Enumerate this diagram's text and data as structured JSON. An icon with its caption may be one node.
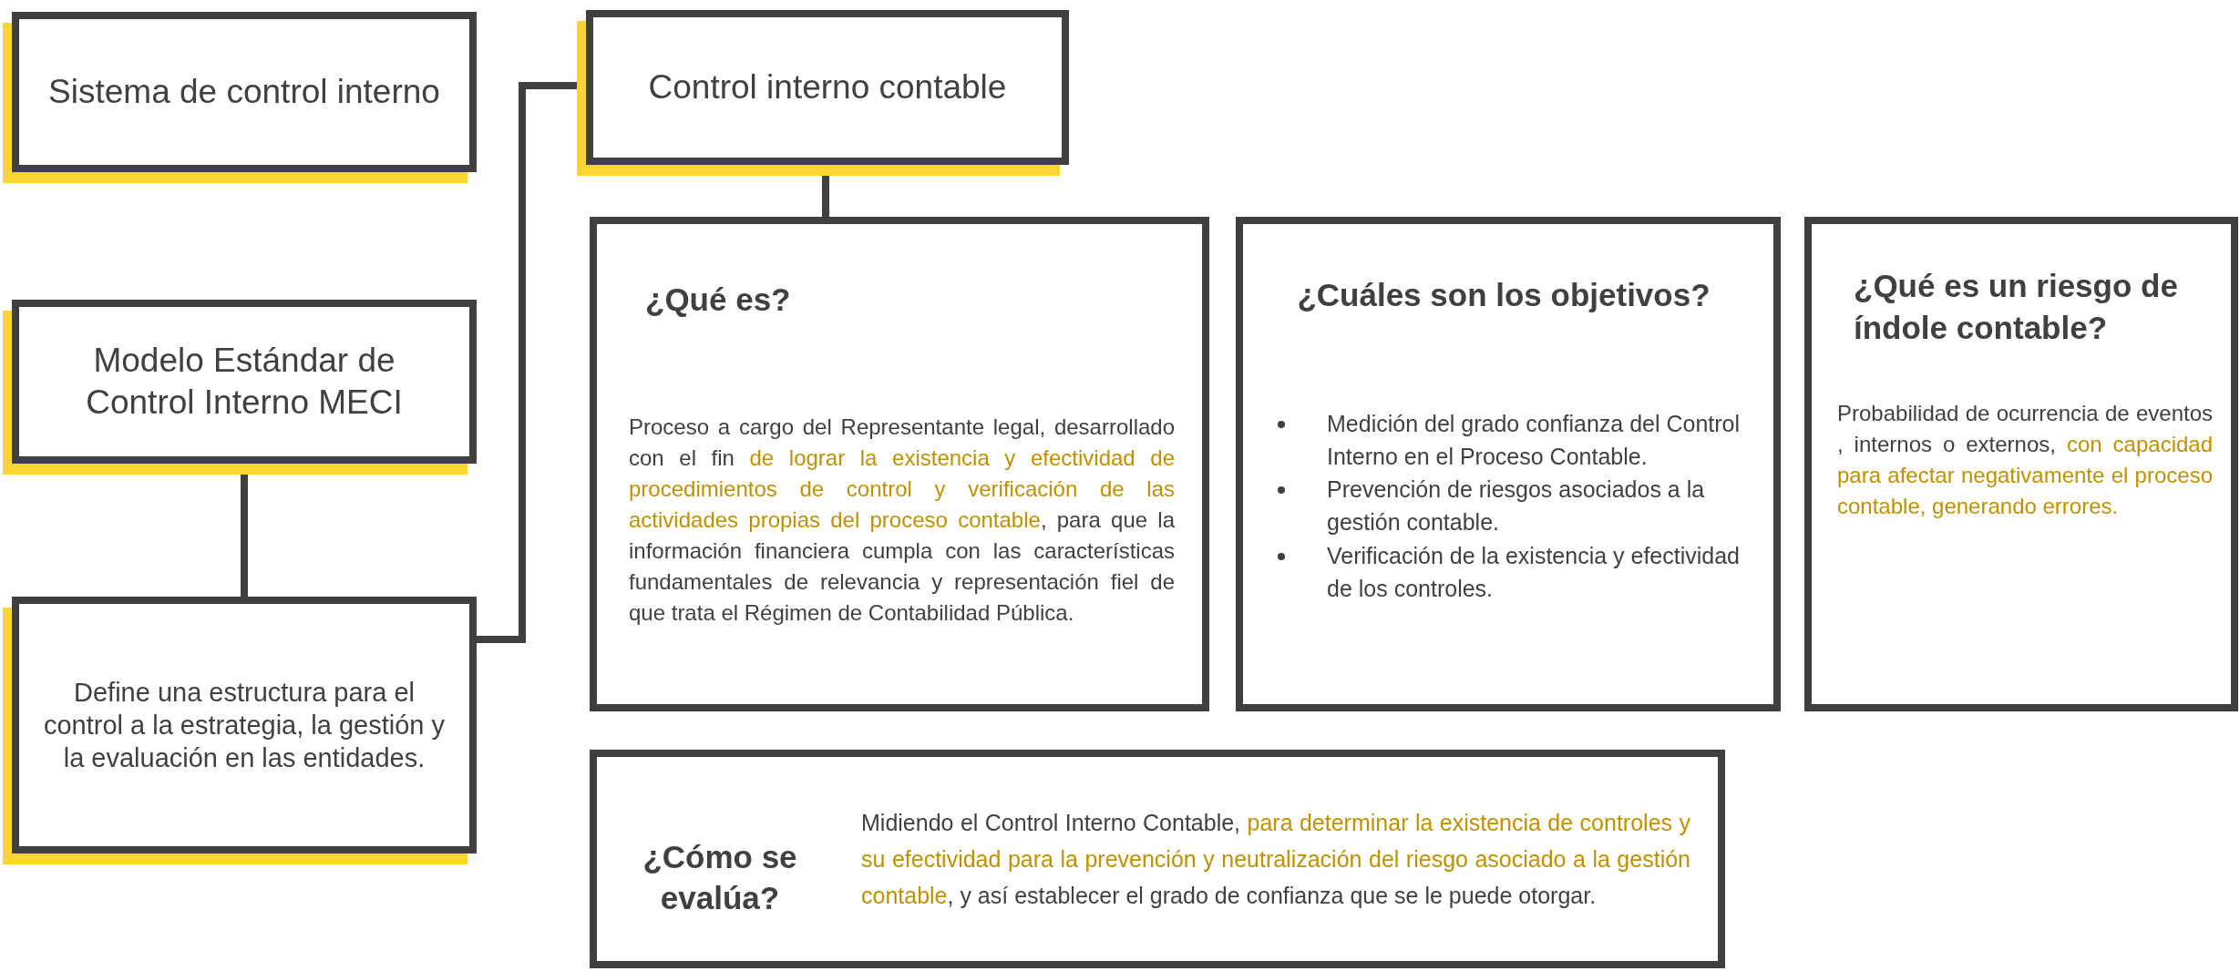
{
  "diagram": {
    "nodes": [
      {
        "text": [
          "Sistema de control interno"
        ]
      },
      {
        "text": [
          "Modelo Estándar de Control Interno MECI"
        ]
      },
      {
        "text": [
          "Define una estructura para el control a la estrategia, la gestión y la evaluación en las entidades."
        ]
      },
      {
        "text": [
          "Control interno contable"
        ]
      },
      {
        "text": [
          "¿Qué es?",
          "Proceso a cargo del Representante legal, desarrollado con el fin *de lograr la existencia y efectividad de procedimientos de control y verificación de las actividades propias del proceso contable*, para que la información financiera cumpla con las características fundamentales de relevancia y representación fiel de que trata el Régimen de Contabilidad Pública."
        ]
      },
      {
        "text": [
          "¿Cuáles son los objetivos?",
          "Medición del grado confianza del Control Interno en el Proceso Contable.",
          "Prevención de riesgos asociados a la gestión contable.",
          "Verificación de la existencia y efectividad de los controles."
        ]
      },
      {
        "text": [
          "¿Qué es un riesgo de índole contable?",
          "Probabilidad de ocurrencia de eventos , internos o externos, *con capacidad para afectar negativamente el proceso contable, generando errores.*"
        ]
      },
      {
        "text": [
          "¿Cómo se evalúa?",
          "Midiendo el Control Interno Contable, *para determinar la existencia de controles y su efectividad para la prevención y neutralización del riesgo asociado a la gestión contable*, y así establecer el grado de confianza que se le puede otorgar."
        ]
      }
    ],
    "edges": [
      {
        "from": 1,
        "to": 2,
        "arrow": "none"
      },
      {
        "from": 2,
        "to": 3,
        "arrow": "none"
      },
      {
        "from": 3,
        "to": 4,
        "arrow": "none"
      }
    ]
  }
}
